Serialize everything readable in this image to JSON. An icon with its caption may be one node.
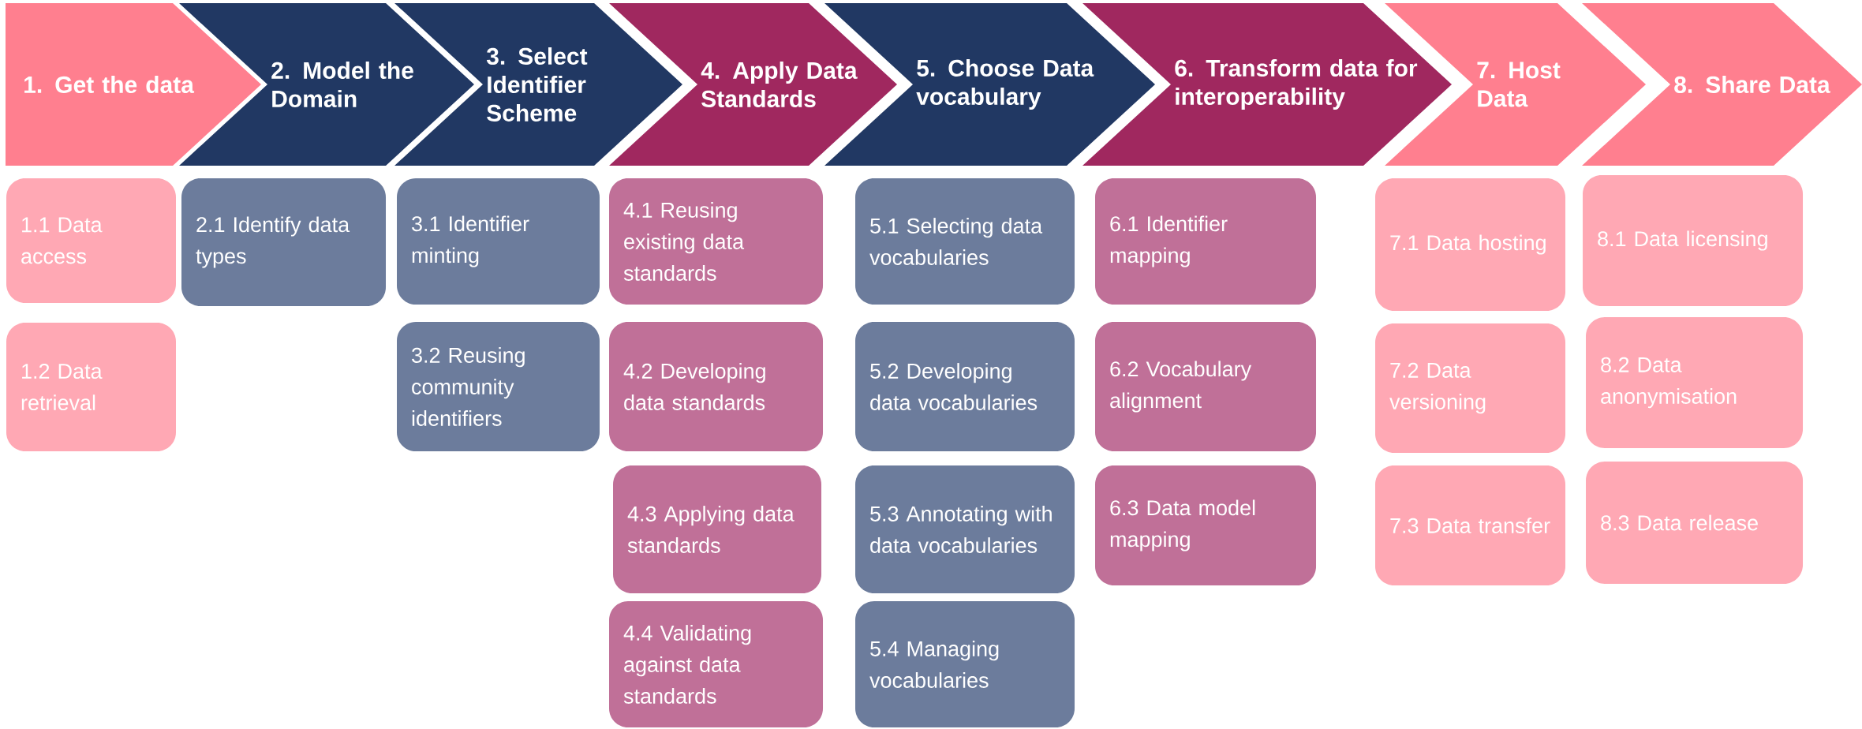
{
  "diagram": {
    "nodes": [
      {
        "text": [
          "1. Get the data"
        ]
      },
      {
        "text": [
          "2. Model the Domain"
        ]
      },
      {
        "text": [
          "3. Select Identifier Scheme"
        ]
      },
      {
        "text": [
          "4. Apply Data Standards"
        ]
      },
      {
        "text": [
          "5. Choose Data vocabulary"
        ]
      },
      {
        "text": [
          "6. Transform data for interoperability"
        ]
      },
      {
        "text": [
          "7.  Host Data"
        ]
      },
      {
        "text": [
          "8. Share Data"
        ]
      },
      {
        "text": [
          "1.1 Data access"
        ]
      },
      {
        "text": [
          "1.2 Data retrieval"
        ]
      },
      {
        "text": [
          "2.1 Identify data types"
        ]
      },
      {
        "text": [
          "3.1 Identifier minting"
        ]
      },
      {
        "text": [
          "3.2 Reusing community identifiers"
        ]
      },
      {
        "text": [
          "4.1 Reusing existing data standards"
        ]
      },
      {
        "text": [
          "4.2 Developing data standards"
        ]
      },
      {
        "text": [
          "4.3 Applying data standards"
        ]
      },
      {
        "text": [
          "4.4 Validating against data standards"
        ]
      },
      {
        "text": [
          "5.1 Selecting data vocabularies"
        ]
      },
      {
        "text": [
          "5.2 Developing data vocabularies"
        ]
      },
      {
        "text": [
          "5.3 Annotating with data vocabularies"
        ]
      },
      {
        "text": [
          "5.4 Managing vocabularies"
        ]
      },
      {
        "text": [
          "6.1 Identifier mapping"
        ]
      },
      {
        "text": [
          "6.2 Vocabulary alignment"
        ]
      },
      {
        "text": [
          "6.3 Data model mapping"
        ]
      },
      {
        "text": [
          "7.1 Data hosting"
        ]
      },
      {
        "text": [
          "7.2 Data versioning"
        ]
      },
      {
        "text": [
          "7.3 Data transfer"
        ]
      },
      {
        "text": [
          "8.1 Data licensing"
        ]
      },
      {
        "text": [
          "8.2 Data anonymisation"
        ]
      },
      {
        "text": [
          "8.3 Data release"
        ]
      }
    ]
  }
}
